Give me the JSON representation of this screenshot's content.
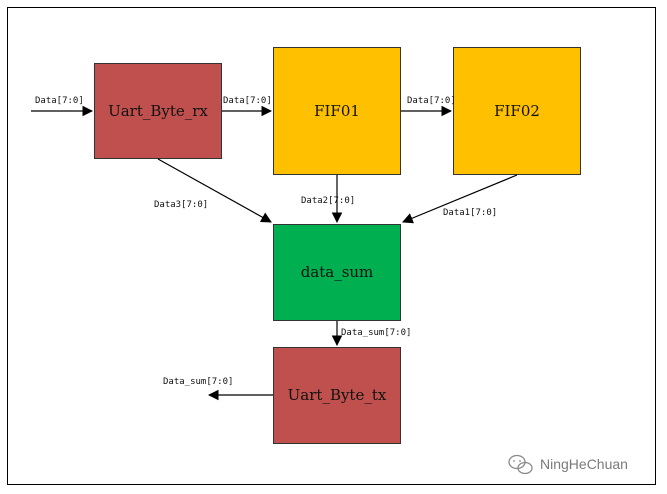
{
  "blocks": {
    "uart_rx": {
      "label": "Uart_Byte_rx",
      "color": "#c0504d"
    },
    "fifo1": {
      "label": "FIF01",
      "color": "#ffc000"
    },
    "fifo2": {
      "label": "FIF02",
      "color": "#ffc000"
    },
    "data_sum": {
      "label": "data_sum",
      "color": "#00b050"
    },
    "uart_tx": {
      "label": "Uart_Byte_tx",
      "color": "#c0504d"
    }
  },
  "signals": {
    "input": "Data[7:0]",
    "rx_to_fifo1": "Data[7:0]",
    "fifo1_to_fifo2": "Data[7:0]",
    "rx_to_sum": "Data3[7:0]",
    "fifo1_to_sum": "Data2[7:0]",
    "fifo2_to_sum": "Data1[7:0]",
    "sum_to_tx": "Data_sum[7:0]",
    "output": "Data_sum[7:0]"
  },
  "watermark": {
    "text": "NingHeChuan",
    "icon": "wechat-icon"
  }
}
